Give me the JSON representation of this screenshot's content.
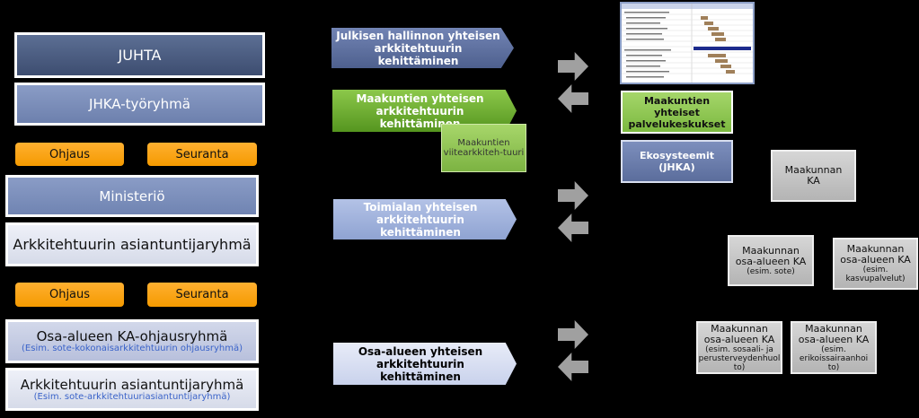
{
  "left": {
    "juhta": "JUHTA",
    "jhka": "JHKA-työryhmä",
    "ohjaus_1": "Ohjaus",
    "seuranta_1": "Seuranta",
    "ministerio": "Ministeriö",
    "asiantuntija_1": "Arkkitehtuurin asiantuntijaryhmä",
    "ohjaus_2": "Ohjaus",
    "seuranta_2": "Seuranta",
    "osa_alueen_ohjaus": "Osa-alueen KA-ohjausryhmä",
    "osa_alueen_ohjaus_sub": "(Esim. sote-kokonaisarkkitehtuurin ohjausryhmä)",
    "asiantuntija_2": "Arkkitehtuurin asiantuntijaryhmä",
    "asiantuntija_2_sub": "(Esim. sote-arkkitehtuuriasiantuntijaryhmä)"
  },
  "middle": {
    "julkisen": "Julkisen hallinnon yhteisen arkkitehtuurin kehittäminen",
    "maakuntien": "Maakuntien yhteisen arkkitehtuurin kehittäminen",
    "viitearkkitehtuuri": "Maakuntien viitearkkiteh-tuuri",
    "toimialan": "Toimialan yhteisen arkkitehtuurin kehittäminen",
    "osa_alueen": "Osa-alueen yhteisen arkkitehtuurin kehittäminen"
  },
  "right": {
    "palvelukeskukset": "Maakuntien yhteiset palvelukeskukset",
    "ekosysteemit": "Ekosysteemit (JHKA)",
    "maakunnan_ka": "Maakunnan KA",
    "osa_alue_sote": "Maakunnan osa-alueen KA",
    "osa_alue_sote_sub": "(esim. sote)",
    "osa_alue_kasvu": "Maakunnan osa-alueen KA",
    "osa_alue_kasvu_sub": "(esim. kasvupalvelut)",
    "osa_alue_sosiaali": "Maakunnan osa-alueen KA",
    "osa_alue_sosiaali_sub": "(esim. sosaali- ja perusterveydenhuol to)",
    "osa_alue_erikois": "Maakunnan osa-alueen KA",
    "osa_alue_erikois_sub": "(esim. erikoissairaanhoi to)"
  },
  "colors": {
    "navy": "#4e608e",
    "green": "#7cb342",
    "orange": "#f59a00",
    "grey": "#b4b4b4",
    "arrow_grey": "#a0a0a0"
  }
}
